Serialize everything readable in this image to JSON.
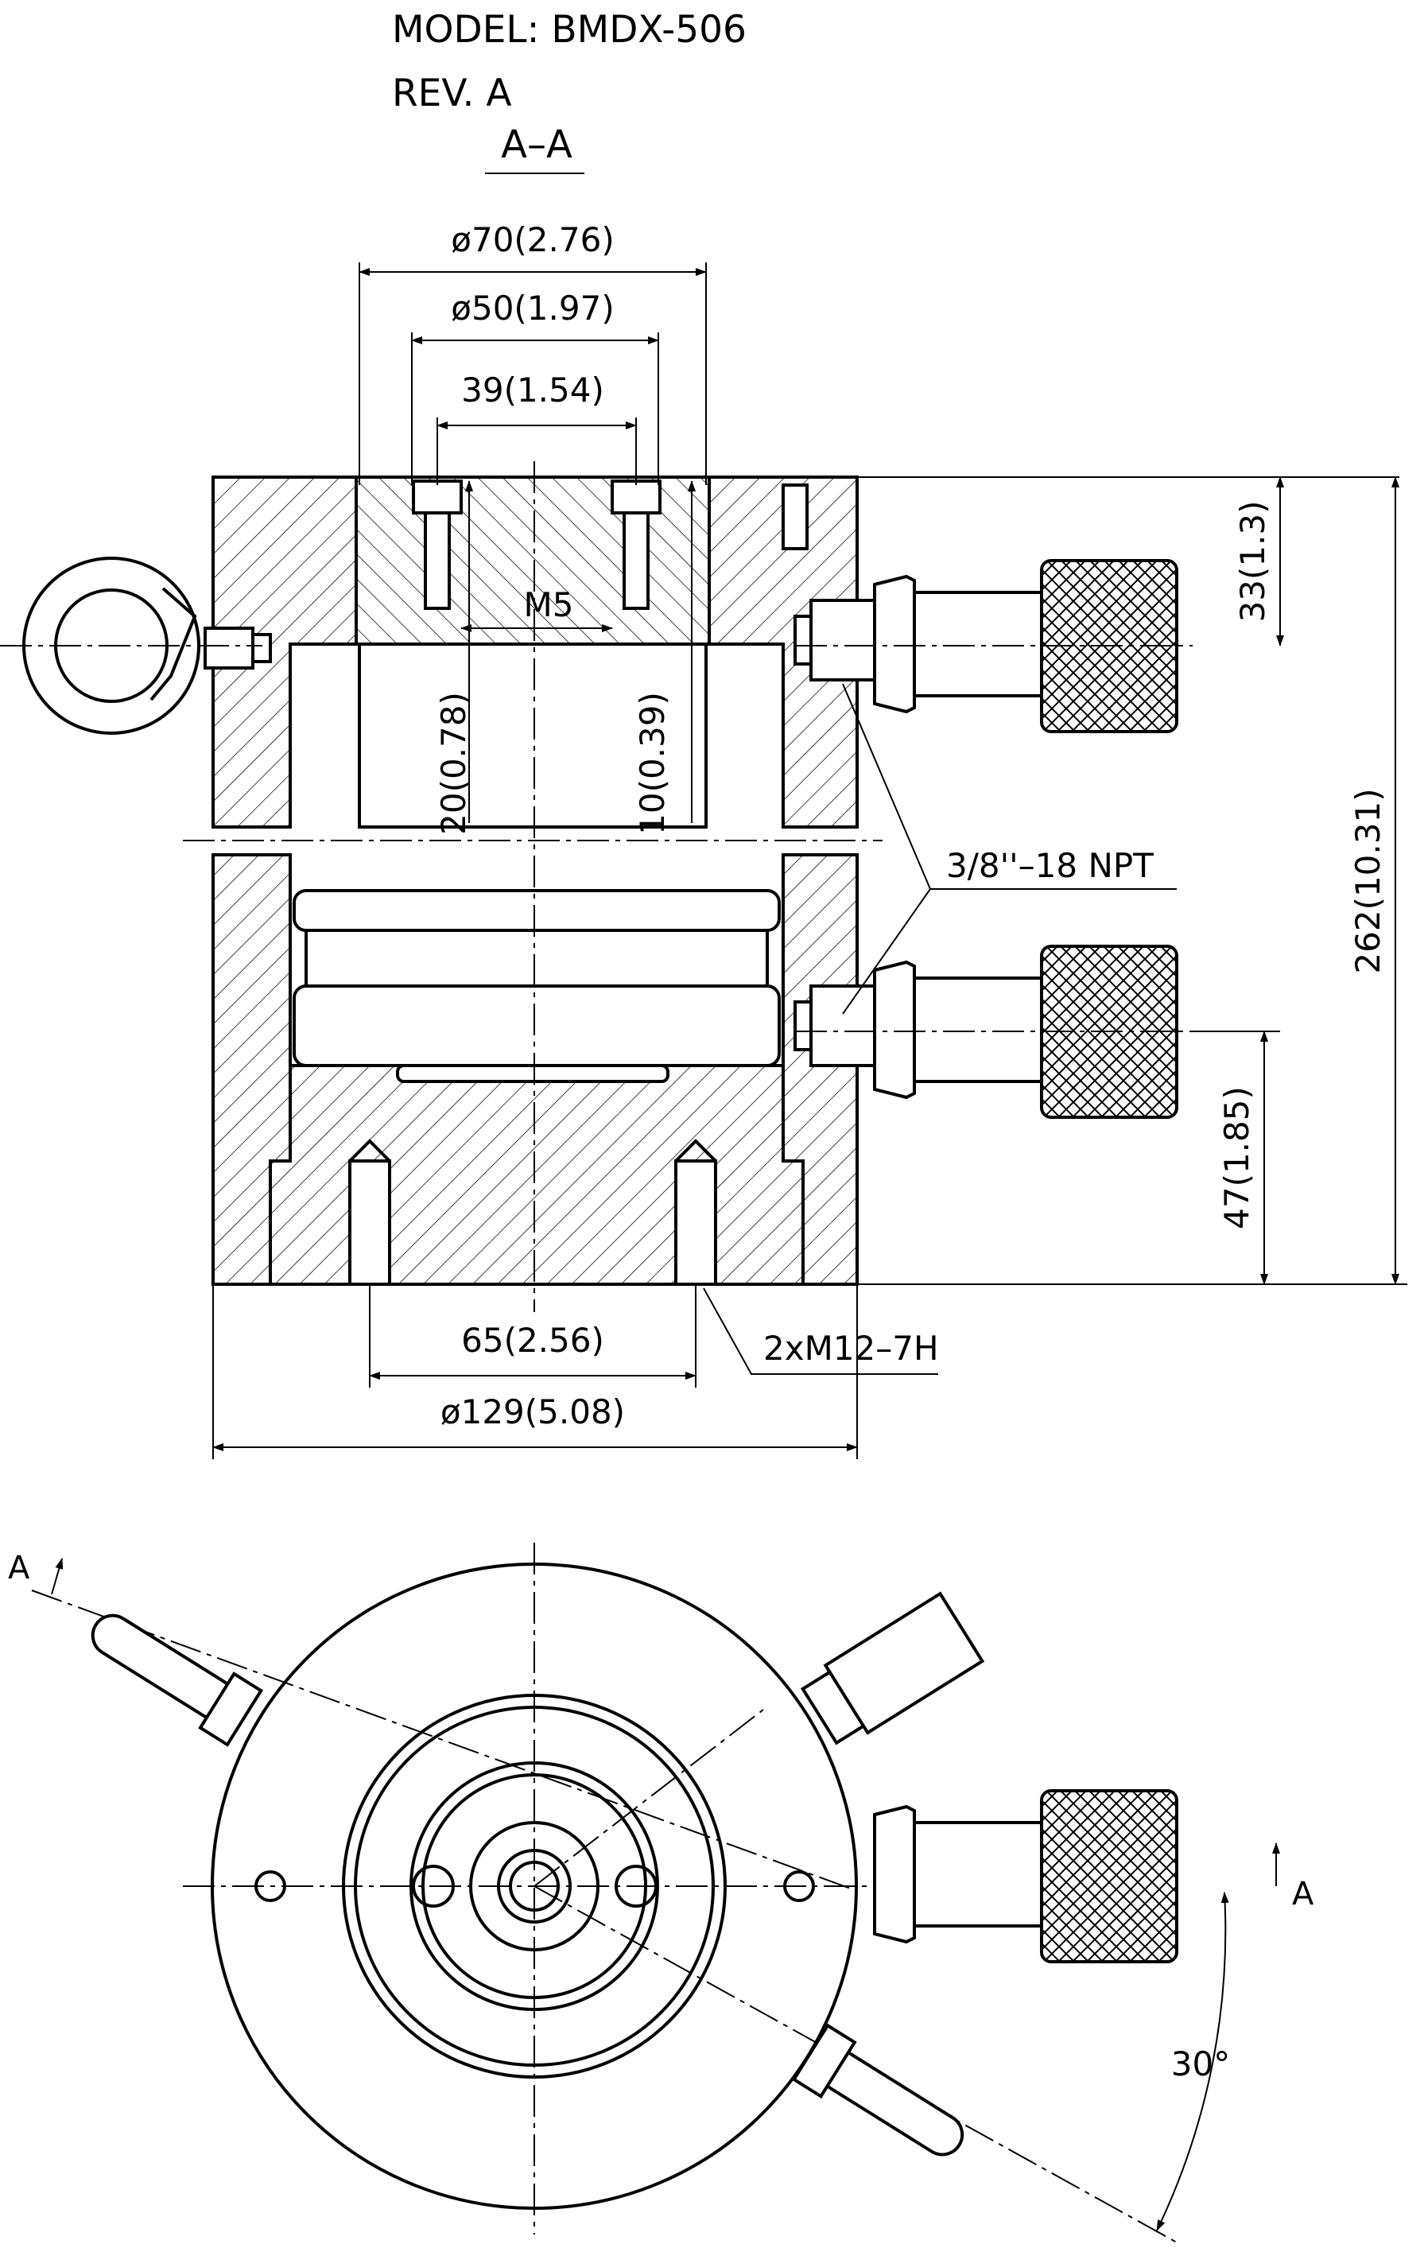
{
  "header": {
    "model": "MODEL: BMDX-506",
    "revision": "REV. A"
  },
  "section_view": {
    "label": "A–A",
    "dimensions": {
      "outer_diameter": "ø70(2.76)",
      "inner_diameter": "ø50(1.97)",
      "bolt_spacing_top": "39(1.54)",
      "thread_top": "M5",
      "thread_depth_1": "20(0.78)",
      "thread_depth_2": "10(0.39)",
      "top_to_port": "33(1.3)",
      "overall_height": "262(10.31)",
      "port_thread": "3/8''–18 NPT",
      "bottom_to_port": "47(1.85)",
      "base_bolt_spacing": "65(2.56)",
      "base_thread": "2xM12–7H",
      "body_diameter": "ø129(5.08)"
    }
  },
  "plan_view": {
    "section_marker_left": "A",
    "section_marker_right": "A",
    "angle": "30°"
  }
}
